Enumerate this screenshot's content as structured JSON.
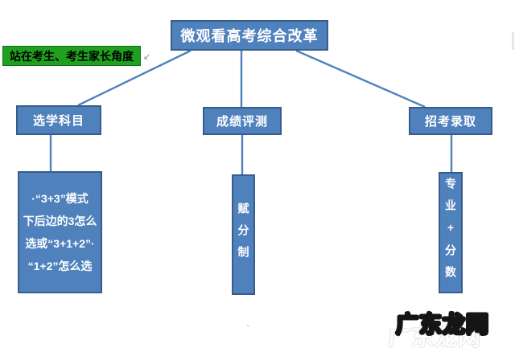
{
  "colors": {
    "node_fill": "#4F81BD",
    "node_border": "#385D8A",
    "connector": "#4F81BD",
    "note_background": "#1FA11F",
    "note_text": "#000000",
    "node_text": "#FFFFFF"
  },
  "diagram": {
    "root_label": "微观看高考综合改革",
    "note": {
      "label": "站在考生、考生家长角度",
      "return_mark": "↙"
    },
    "branches": [
      {
        "label": "选学科目"
      },
      {
        "label": "成绩评测"
      },
      {
        "label": "招考录取"
      }
    ],
    "details": {
      "subject_choice_lines": [
        "·“3+3”模式",
        "下后边的3怎么",
        "选或“3+1+2”·",
        "“1+2”怎么选"
      ],
      "scoring_vertical": "赋分制",
      "admission_vertical": "专业+分数"
    },
    "stray_mark": "、"
  },
  "watermark": {
    "text": "广东龙网",
    "echo_text": "广东龙网"
  }
}
